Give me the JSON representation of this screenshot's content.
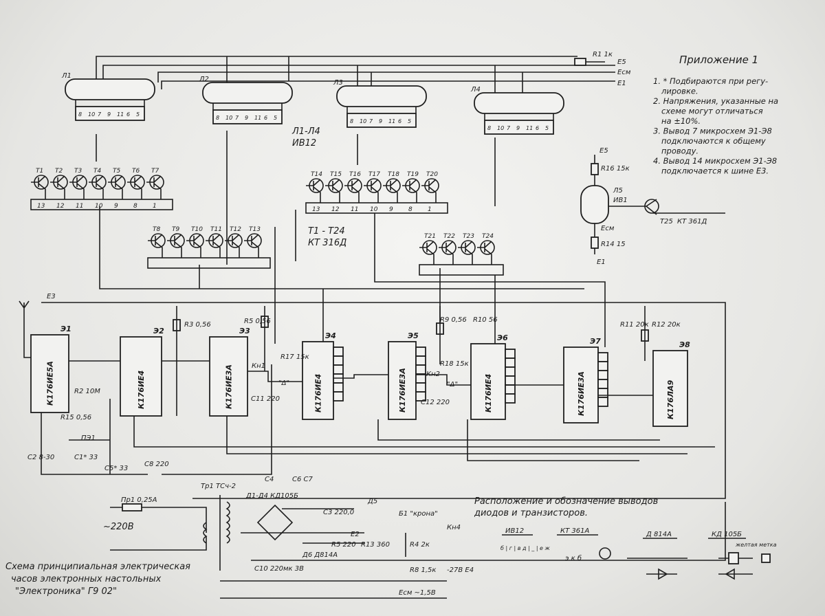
{
  "appendix": {
    "title": "Приложение 1",
    "notes": [
      "1. * Подбираются при регу-",
      "лировке.",
      "2. Напряжения, указанные на",
      "схеме могут отличаться",
      "на ±10%.",
      "3. Вывод 7 микросхем Э1-Э8",
      "подключаются к общему",
      "проводу.",
      "4. Вывод 14 микросхем Э1-Э8",
      "подключается к шине Е3."
    ]
  },
  "rails": {
    "e5": "Е5",
    "ecm": "Есм",
    "e1": "Е1",
    "e3": "Е3",
    "r1": "R1 1к"
  },
  "lamps": [
    {
      "name": "Л1",
      "pins": [
        "8",
        "10",
        "7",
        "9",
        "11",
        "6",
        "5"
      ]
    },
    {
      "name": "Л2",
      "pins": [
        "8",
        "10",
        "7",
        "9",
        "11",
        "6",
        "5"
      ]
    },
    {
      "name": "Л3",
      "pins": [
        "8",
        "10",
        "7",
        "9",
        "11",
        "6",
        "5"
      ]
    },
    {
      "name": "Л4",
      "pins": [
        "8",
        "10",
        "7",
        "9",
        "11",
        "6",
        "5"
      ]
    }
  ],
  "lamp_label": {
    "range": "Л1-Л4",
    "type": "ИВ12"
  },
  "transistor_groups": [
    {
      "labels": [
        "T1",
        "T2",
        "T3",
        "T4",
        "T5",
        "T6",
        "T7"
      ],
      "pins": [
        "13",
        "12",
        "11",
        "10",
        "9",
        "8",
        "1"
      ]
    },
    {
      "labels": [
        "T14",
        "T15",
        "T16",
        "T17",
        "T18",
        "T19",
        "T20"
      ],
      "pins": [
        "13",
        "12",
        "11",
        "10",
        "9",
        "8",
        "1"
      ]
    },
    {
      "labels": [
        "T8",
        "T9",
        "T10",
        "T11",
        "T12",
        "T13"
      ],
      "pins": []
    },
    {
      "labels": [
        "T21",
        "T22",
        "T23",
        "T24"
      ],
      "pins": []
    }
  ],
  "transistor_label": {
    "range": "T1 - T24",
    "type": "КТ 316Д"
  },
  "t25": {
    "name": "T25",
    "type": "КТ 361Д"
  },
  "l5": {
    "name": "Л5",
    "type": "ИВ1",
    "r16": "R16 15к",
    "r14": "R14 15",
    "e5": "Е5",
    "ecm": "Есм",
    "e1": "Е1"
  },
  "chips": [
    {
      "ref": "Э1",
      "type": "К176ИЕ5А"
    },
    {
      "ref": "Э2",
      "type": "К176ИЕ4"
    },
    {
      "ref": "Э3",
      "type": "К176ИЕ3А"
    },
    {
      "ref": "Э4",
      "type": "К176ИЕ4"
    },
    {
      "ref": "Э5",
      "type": "К176ИЕ3А"
    },
    {
      "ref": "Э6",
      "type": "К176ИЕ4"
    },
    {
      "ref": "Э7",
      "type": "К176ИЕ3А"
    },
    {
      "ref": "Э8",
      "type": "К176ЛА9"
    }
  ],
  "components": {
    "r3": "R3 0,56",
    "r5": "R5 0,56",
    "r17": "R17 15к",
    "r9": "R9 0,56",
    "r10": "R10 56",
    "r18": "R18 15к",
    "r11": "R11 20к",
    "r12": "R12 20к",
    "kn1": "Кн1",
    "kn2": "Кн2",
    "delta": "\"Δ\"",
    "c11": "C11 220",
    "c12": "C12 220",
    "c8": "C8 220",
    "r2": "R2 10М",
    "r15": "R15 0,56",
    "pz1": "ПЭ1",
    "c1": "C1* 33",
    "c2": "C2 8-30",
    "c5": "C5* 33"
  },
  "power": {
    "fuse": "Пр1 0,25А",
    "mains": "~220В",
    "transformer": "Тр1 ТСч-2",
    "bridge": "Д1-Д4 КД105Б",
    "c4": "C4",
    "c10": "C10 220мк 3В",
    "d6": "Д6 Д814А",
    "d5": "Д5",
    "r5": "R5 220",
    "r13": "R13 360",
    "r4": "R4 2к",
    "r8": "R8 1,5к",
    "battery": "Б1 \"крона\"",
    "kn4": "Кн4",
    "e4": "-27В Е4",
    "ecm": "Есм ~1,5В",
    "c3": "C3 220,0",
    "c6c7": "C6 C7",
    "e2": "Е2"
  },
  "title": [
    "Схема принципиальная электрическая",
    "часов электронных настольных",
    "\"Электроника\" Г9 02\""
  ],
  "pinout": {
    "heading": [
      "Расположение и обозначение выводов",
      "диодов и транзисторов."
    ],
    "items": [
      "ИВ12",
      "КТ 361А",
      "Д 814А",
      "КД 105Б"
    ],
    "iv12_pins": "б | г | в   д | _ | е   ж",
    "kt361_note": "э к б",
    "kd105_note": "желтая метка"
  }
}
